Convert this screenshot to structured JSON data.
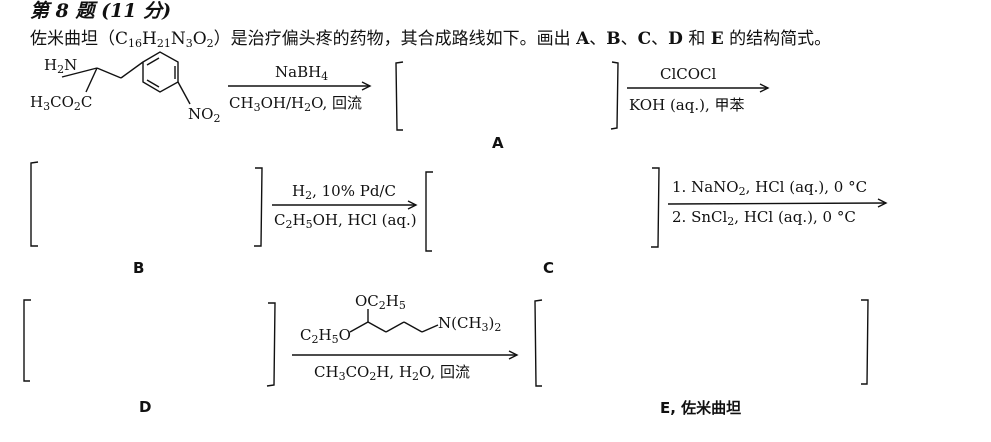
{
  "header": {
    "question_no": "第 8 题",
    "points": "(11 分)"
  },
  "intro": {
    "drug_name": "佐米曲坦",
    "formula": {
      "prefix": "C",
      "c": "16",
      "h_el": "H",
      "h": "21",
      "n_el": "N",
      "n": "3",
      "o_el": "O",
      "o": "2"
    },
    "text_a": "是治疗偏头疼的药物，其合成路线如下。画出 ",
    "letters": [
      "A",
      "B",
      "C",
      "D",
      "E"
    ],
    "sep1": "、",
    "sep2": " 和 ",
    "text_b": " 的结构简式。"
  },
  "start_material": {
    "amine": {
      "h": "H",
      "sub": "2",
      "n": "N"
    },
    "ester": {
      "a": "H",
      "sub1": "3",
      "b": "CO",
      "sub2": "2",
      "c": "C"
    },
    "nitro": {
      "a": "NO",
      "sub": "2"
    }
  },
  "step1": {
    "above": {
      "a": "NaBH",
      "sub": "4"
    },
    "below": {
      "a": "CH",
      "s1": "3",
      "b": "OH/H",
      "s2": "2",
      "c": "O, 回流"
    }
  },
  "step2": {
    "above": "ClCOCl",
    "below": "KOH (aq.), 甲苯"
  },
  "step3": {
    "above": {
      "a": "H",
      "s1": "2",
      "b": ", 10% Pd/C"
    },
    "below": {
      "a": "C",
      "s1": "2",
      "b": "H",
      "s2": "5",
      "c": "OH, HCl (aq.)"
    }
  },
  "step4": {
    "above": {
      "a": "1. NaNO",
      "s1": "2",
      "b": ", HCl (aq.), 0 °C"
    },
    "below": {
      "a": "2. SnCl",
      "s1": "2",
      "b": ", HCl (aq.), 0 °C"
    }
  },
  "step5": {
    "reagent_top": {
      "a": "OC",
      "s1": "2",
      "b": "H",
      "s2": "5"
    },
    "reagent_left": {
      "a": "C",
      "s1": "2",
      "b": "H",
      "s2": "5",
      "c": "O"
    },
    "reagent_right": {
      "a": "N(CH",
      "s1": "3",
      "b": ")",
      "s2": "2"
    },
    "below": {
      "a": "CH",
      "s1": "3",
      "b": "CO",
      "s2": "2",
      "c": "H, H",
      "s3": "2",
      "d": "O, 回流"
    }
  },
  "labels": {
    "a": "A",
    "b": "B",
    "c": "C",
    "d": "D",
    "e": "E, 佐米曲坦"
  },
  "colors": {
    "ink": "#111111",
    "background": "#ffffff"
  }
}
